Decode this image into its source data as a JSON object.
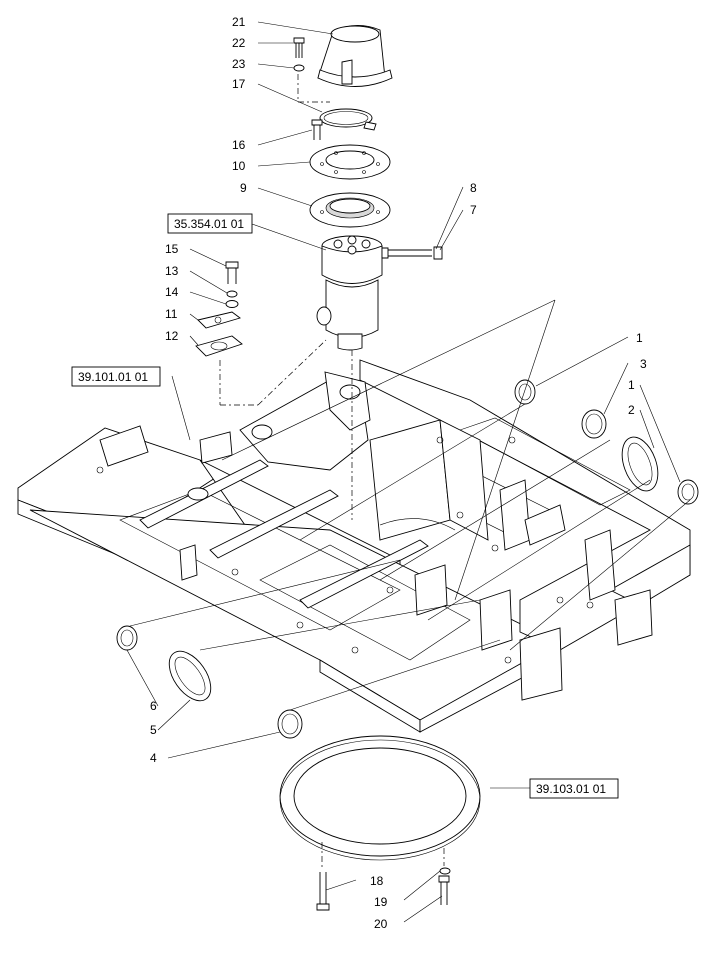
{
  "callouts": {
    "c1a": "1",
    "c1b": "1",
    "c2": "2",
    "c3": "3",
    "c4": "4",
    "c5": "5",
    "c6": "6",
    "c7": "7",
    "c8": "8",
    "c9": "9",
    "c10": "10",
    "c11": "11",
    "c12": "12",
    "c13": "13",
    "c14": "14",
    "c15": "15",
    "c16": "16",
    "c17": "17",
    "c18": "18",
    "c19": "19",
    "c20": "20",
    "c21": "21",
    "c22": "22",
    "c23": "23"
  },
  "references": {
    "swivel_joint": "35.354.01 01",
    "frame": "39.101.01 01",
    "slew_ring": "39.103.01 01"
  }
}
